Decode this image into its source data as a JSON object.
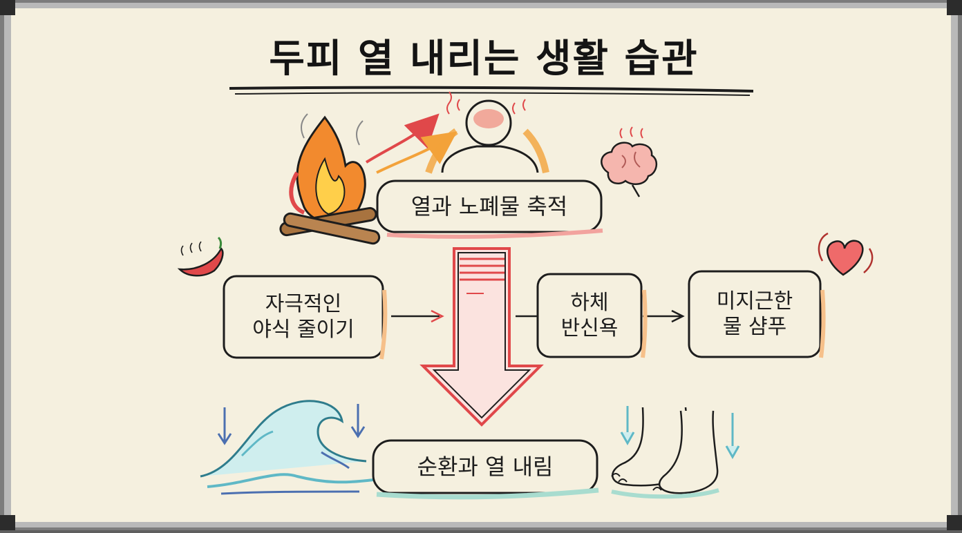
{
  "title": "두피 열 내리는 생활 습관",
  "nodes": {
    "accumulation": "열과 노폐물 축적",
    "diet": "자극적인\n야식 줄이기",
    "bath": "하체\n반신욕",
    "shampoo": "미지근한\n물 샴푸",
    "result": "순환과 열 내림"
  },
  "colors": {
    "paper": "#f5f0df",
    "frame": "#8a8a8a",
    "ink": "#1d1d1d",
    "heat": "#e0484a",
    "orange": "#f3a23a",
    "cool": "#5fb8c6",
    "blue": "#4b6fb0"
  },
  "icons": [
    "campfire-icon",
    "person-heat-icon",
    "brain-icon",
    "chili-pepper-icon",
    "heart-icon",
    "wave-icon",
    "feet-icon",
    "down-arrow-icon"
  ]
}
